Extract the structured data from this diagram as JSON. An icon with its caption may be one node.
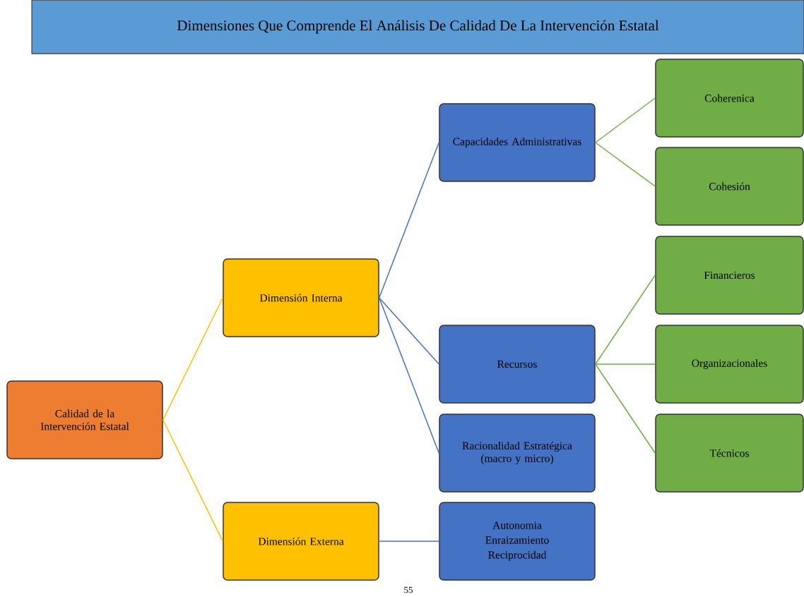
{
  "diagram": {
    "title": "Dimensiones Que Comprende El Análisis De Calidad De La Intervención  Estatal",
    "nodes": [
      {
        "text": [
          "Calidad de la Intervención Estatal"
        ]
      },
      {
        "text": [
          "Dimensión Interna"
        ]
      },
      {
        "text": [
          "Dimensión Externa"
        ]
      },
      {
        "text": [
          "Capacidades Administrativas"
        ]
      },
      {
        "text": [
          "Recursos"
        ]
      },
      {
        "text": [
          "Racionalidad Estratégica (macro y micro)"
        ]
      },
      {
        "text": [
          "Autonomia",
          "Enraizamiento",
          "Reciprocidad"
        ]
      },
      {
        "text": [
          "Coherenica"
        ]
      },
      {
        "text": [
          "Cohesión"
        ]
      },
      {
        "text": [
          "Financieros"
        ]
      },
      {
        "text": [
          "Organizacionales"
        ]
      },
      {
        "text": [
          "Técnicos"
        ]
      }
    ],
    "edges": [
      {
        "from": 0,
        "to": 1,
        "arrow": "none",
        "color": "#ffc000"
      },
      {
        "from": 0,
        "to": 2,
        "arrow": "none",
        "color": "#ffc000"
      },
      {
        "from": 1,
        "to": 3,
        "arrow": "none",
        "color": "#4472c4"
      },
      {
        "from": 1,
        "to": 4,
        "arrow": "none",
        "color": "#4472c4"
      },
      {
        "from": 1,
        "to": 5,
        "arrow": "none",
        "color": "#4472c4"
      },
      {
        "from": 2,
        "to": 6,
        "arrow": "none",
        "color": "#4472c4"
      },
      {
        "from": 3,
        "to": 7,
        "arrow": "none",
        "color": "#70ad47"
      },
      {
        "from": 3,
        "to": 8,
        "arrow": "none",
        "color": "#70ad47"
      },
      {
        "from": 4,
        "to": 9,
        "arrow": "none",
        "color": "#70ad47"
      },
      {
        "from": 4,
        "to": 10,
        "arrow": "none",
        "color": "#70ad47"
      },
      {
        "from": 4,
        "to": 11,
        "arrow": "none",
        "color": "#70ad47"
      }
    ],
    "labels": [
      "55"
    ]
  }
}
